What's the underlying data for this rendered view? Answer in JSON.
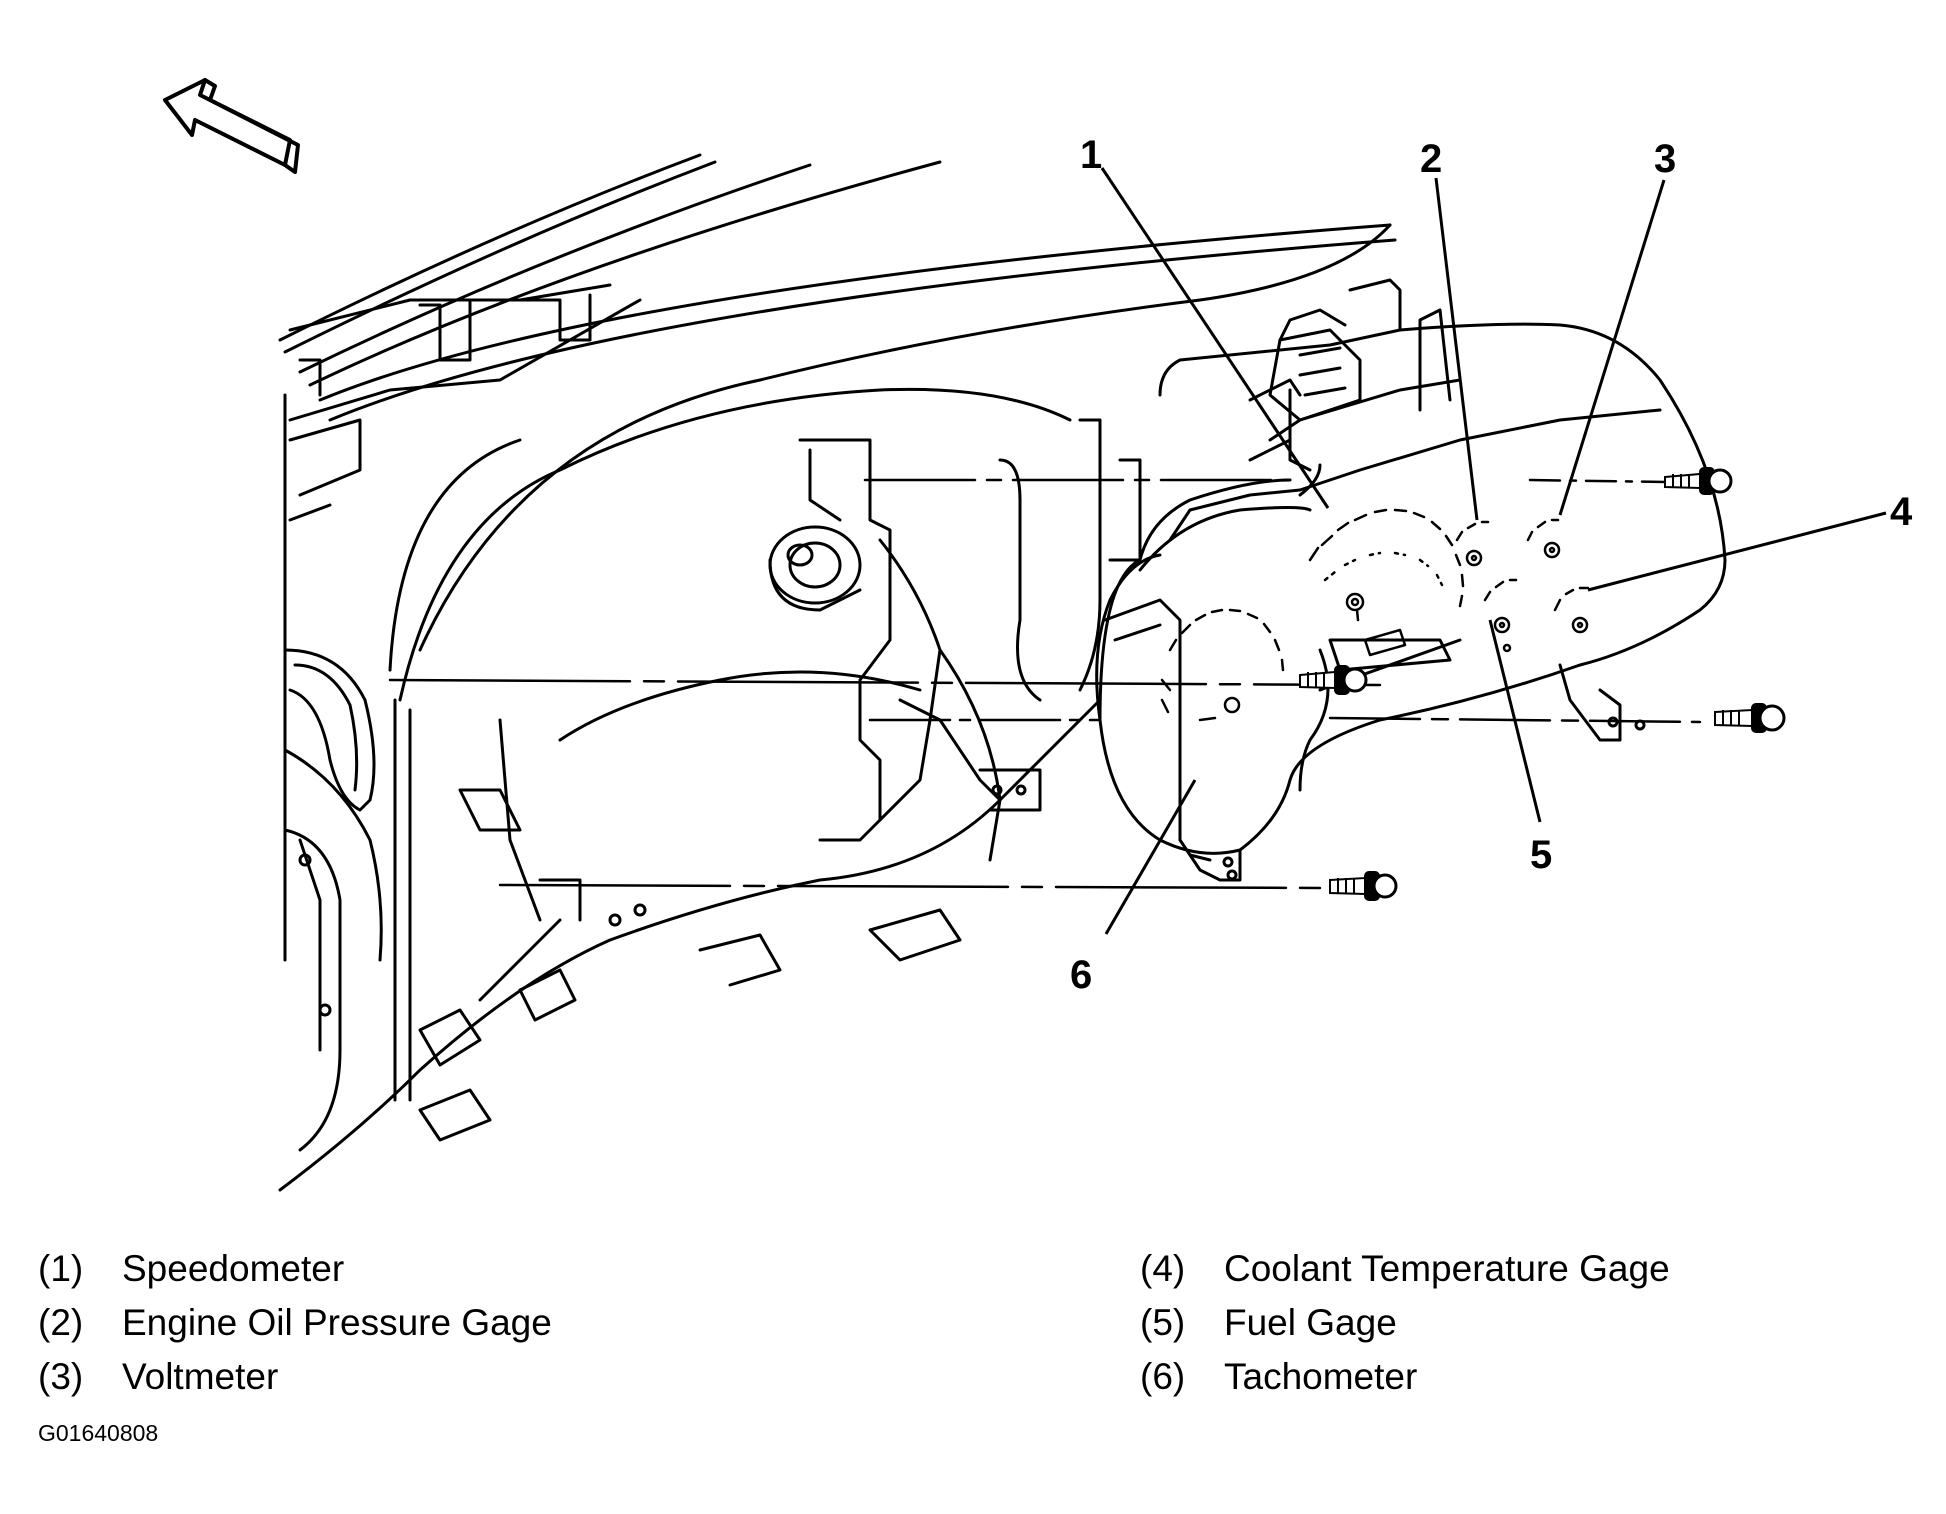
{
  "callouts": [
    {
      "id": "1",
      "label": "1"
    },
    {
      "id": "2",
      "label": "2"
    },
    {
      "id": "3",
      "label": "3"
    },
    {
      "id": "4",
      "label": "4"
    },
    {
      "id": "5",
      "label": "5"
    },
    {
      "id": "6",
      "label": "6"
    }
  ],
  "legend_left": [
    {
      "num": "(1)",
      "text": "Speedometer"
    },
    {
      "num": "(2)",
      "text": "Engine Oil Pressure Gage"
    },
    {
      "num": "(3)",
      "text": "Voltmeter"
    }
  ],
  "legend_right": [
    {
      "num": "(4)",
      "text": "Coolant Temperature Gage"
    },
    {
      "num": "(5)",
      "text": "Fuel Gage"
    },
    {
      "num": "(6)",
      "text": "Tachometer"
    }
  ],
  "figure_id": "G01640808",
  "colors": {
    "ink": "#000000",
    "paper": "#ffffff"
  },
  "icons": [
    "direction-arrow-icon",
    "screw-icon"
  ]
}
